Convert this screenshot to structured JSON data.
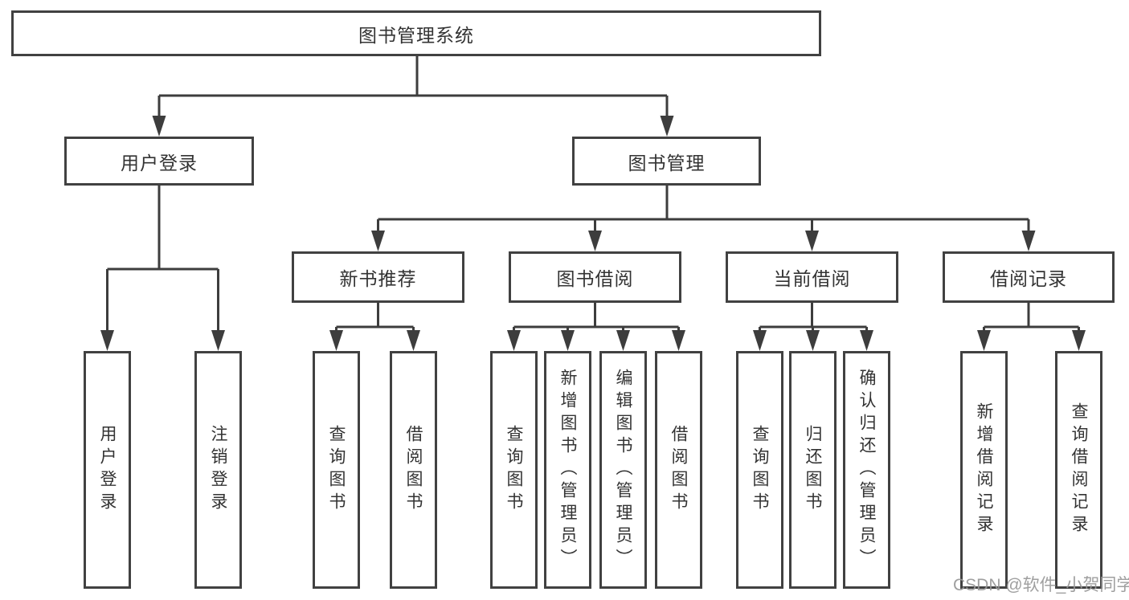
{
  "tree": {
    "label": "图书管理系统",
    "children": [
      {
        "label": "用户登录",
        "children": [
          {
            "label": "用户登录"
          },
          {
            "label": "注销登录"
          }
        ]
      },
      {
        "label": "图书管理",
        "children": [
          {
            "label": "新书推荐",
            "children": [
              {
                "label": "查询图书"
              },
              {
                "label": "借阅图书"
              }
            ]
          },
          {
            "label": "图书借阅",
            "children": [
              {
                "label": "查询图书"
              },
              {
                "label": "新增图书（管理员）"
              },
              {
                "label": "编辑图书（管理员）"
              },
              {
                "label": "借阅图书"
              }
            ]
          },
          {
            "label": "当前借阅",
            "children": [
              {
                "label": "查询图书"
              },
              {
                "label": "归还图书"
              },
              {
                "label": "确认归还（管理员）"
              }
            ]
          },
          {
            "label": "借阅记录",
            "children": [
              {
                "label": "新增借阅记录"
              },
              {
                "label": "查询借阅记录"
              }
            ]
          }
        ]
      }
    ]
  },
  "watermark": {
    "text": "CSDN @软件_小贺同学"
  },
  "colors": {
    "line": "#3d3d3d",
    "box_border": "#414141",
    "text": "#333333",
    "watermark": "#979797",
    "background": "#ffffff"
  }
}
